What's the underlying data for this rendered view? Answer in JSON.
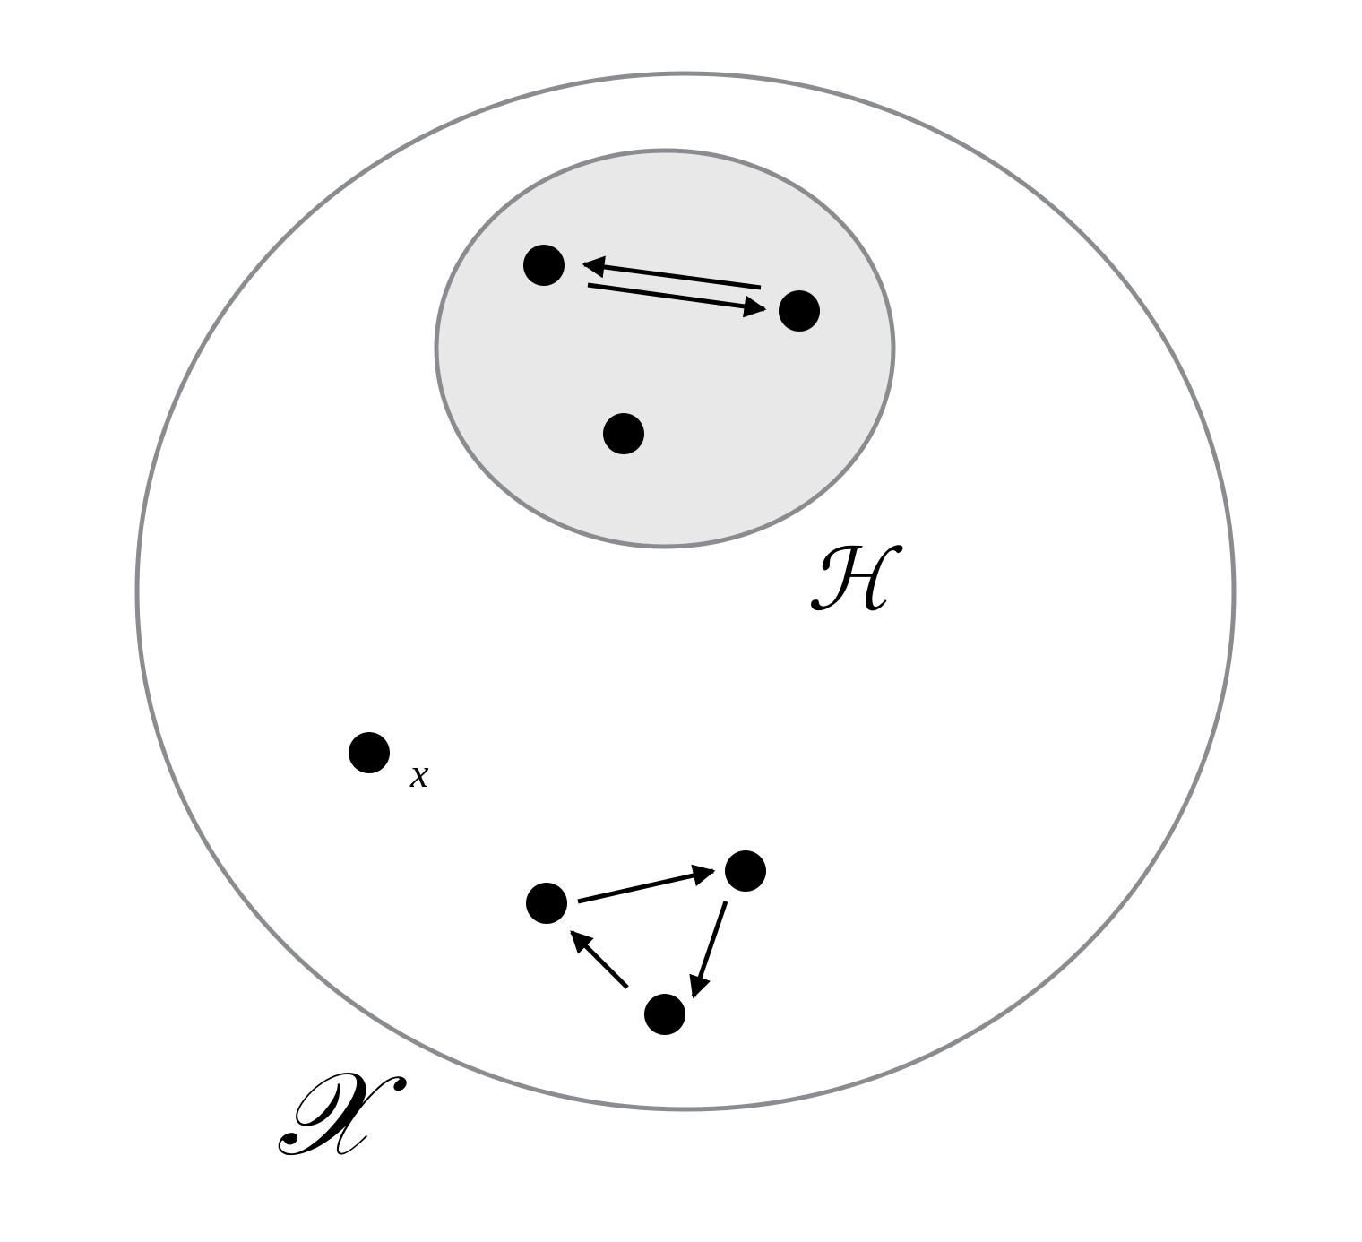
{
  "labels": {
    "outer_set": "𝒳",
    "inner_set": "ℋ",
    "point_x": "x"
  },
  "colors": {
    "background": "#ffffff",
    "outer_set_stroke": "#8a8c90",
    "outer_set_fill": "#ffffff",
    "inner_set_stroke": "#8a8c90",
    "inner_set_fill": "#e8e8e8",
    "node": "#000000",
    "arrow": "#000000",
    "text": "#000000"
  }
}
